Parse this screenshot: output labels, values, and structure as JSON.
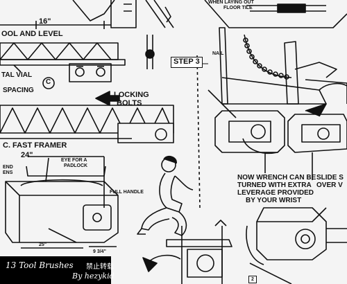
{
  "labels": {
    "dim_16": "16\"",
    "tool_and_level": "OOL AND LEVEL",
    "vial": "TAL VIAL",
    "spacing": "SPACING",
    "circle_c": "C",
    "locking_bolts_1": "LOCKING",
    "locking_bolts_2": "BOLTS",
    "fast_framer": "C. FAST FRAMER",
    "dim_24": "24\"",
    "end": "END",
    "ens": "ENS",
    "eye_padlock_1": "EYE FOR A",
    "eye_padlock_2": "PADLOCK",
    "full_handle": "FULL HANDLE",
    "dim_25": "25\"",
    "dim_9_34": "9 3/4\"",
    "step3": "STEP 3",
    "nail": "NAIL",
    "laying_out_1": "WHEN LAYING OUT",
    "laying_out_2": "FLOOR TILE",
    "wrench_1": "NOW WRENCH CAN BE",
    "wrench_2": "TURNED WITH EXTRA",
    "wrench_3": "LEVERAGE PROVIDED",
    "wrench_4": "BY YOUR WRIST",
    "slide_1": "SLIDE S",
    "slide_2": "OVER V",
    "num_2": "2"
  },
  "caption": {
    "line1": "13 Tool Brushes",
    "line2": "By hezykid",
    "stamp": "禁止转载"
  }
}
